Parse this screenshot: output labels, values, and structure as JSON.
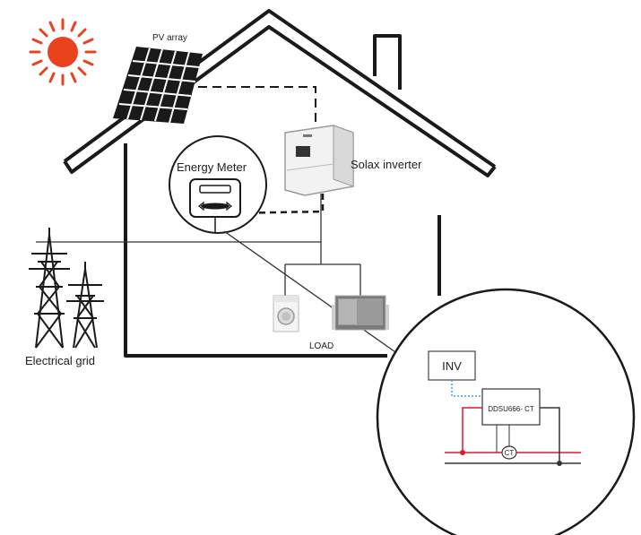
{
  "labels": {
    "pv_array": "PV array",
    "energy_meter": "Energy Meter",
    "inverter": "Solax inverter",
    "electrical_grid": "Electrical grid",
    "load": "LOAD",
    "inv": "INV",
    "meter_model": "DDSU666- CT",
    "ct": "CT"
  },
  "colors": {
    "sun": "#e8431c",
    "panel": "#1a1a1a",
    "house_outline": "#1a1a1a",
    "phase_line": "#e0192a",
    "comm_line": "#3fa9d8",
    "neutral_line": "#333333"
  },
  "icons": {
    "sun": "sun-icon",
    "solar_panel": "solar-panel-icon",
    "meter": "energy-meter-icon",
    "inverter": "inverter-icon",
    "pylon": "power-pylon-icon",
    "washer": "washing-machine-icon",
    "tv": "television-icon"
  }
}
